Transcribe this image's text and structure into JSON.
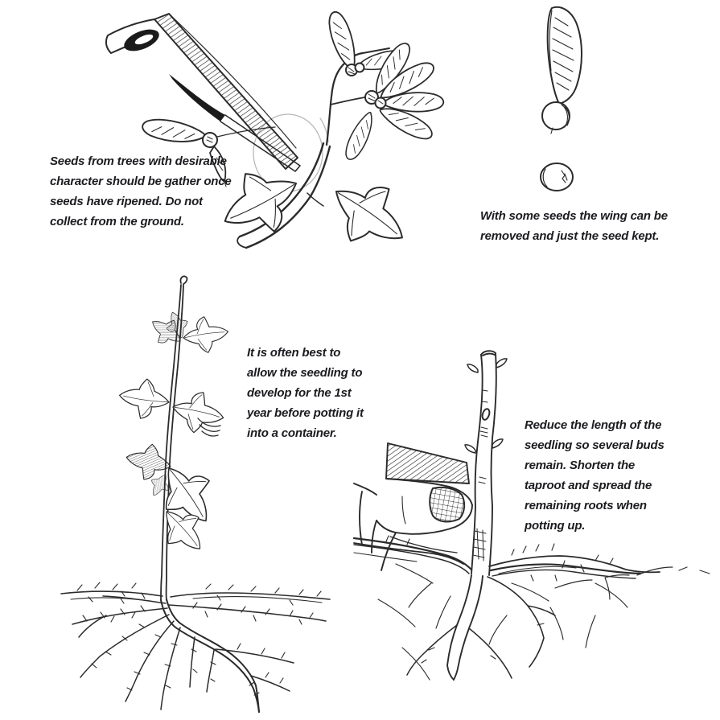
{
  "page": {
    "kind": "scanned instructional document page",
    "background": "#ffffff",
    "ink_color": "#2b2b2b",
    "text_color": "#1b1b20",
    "pencil_color": "#b9b9b9"
  },
  "captions": {
    "collect": {
      "lines": [
        "Seeds from trees with desirable",
        "character should be gather once",
        "seeds have ripened. Do not",
        "collect from the ground."
      ]
    },
    "wing": {
      "lines": [
        "With some seeds the wing can be",
        "removed and just the seed kept."
      ]
    },
    "seedling": {
      "lines": [
        "It is often best to",
        "allow the seedling to",
        "develop for the 1st",
        "year before potting it",
        "into a container."
      ]
    },
    "reduce": {
      "lines": [
        "Reduce the length of the",
        "seedling so several buds",
        "remain. Shorten the",
        "taproot and spread the",
        "remaining roots when",
        "potting up."
      ]
    }
  },
  "figures": {
    "collect": {
      "alt": "Ink sketch of secateurs snipping a cluster of winged maple seeds from a leafy branch"
    },
    "wing": {
      "alt": "Ink sketch of a single winged maple seed above a seed with the wing removed"
    },
    "seedling": {
      "alt": "Ink sketch of a first-year seedling with trifoliate leaves, soil line, fibrous roots and a long taproot"
    },
    "reduce": {
      "alt": "Ink sketch of a thumb holding a pruned seedling stem with buds, shortened taproot and spread roots"
    }
  }
}
